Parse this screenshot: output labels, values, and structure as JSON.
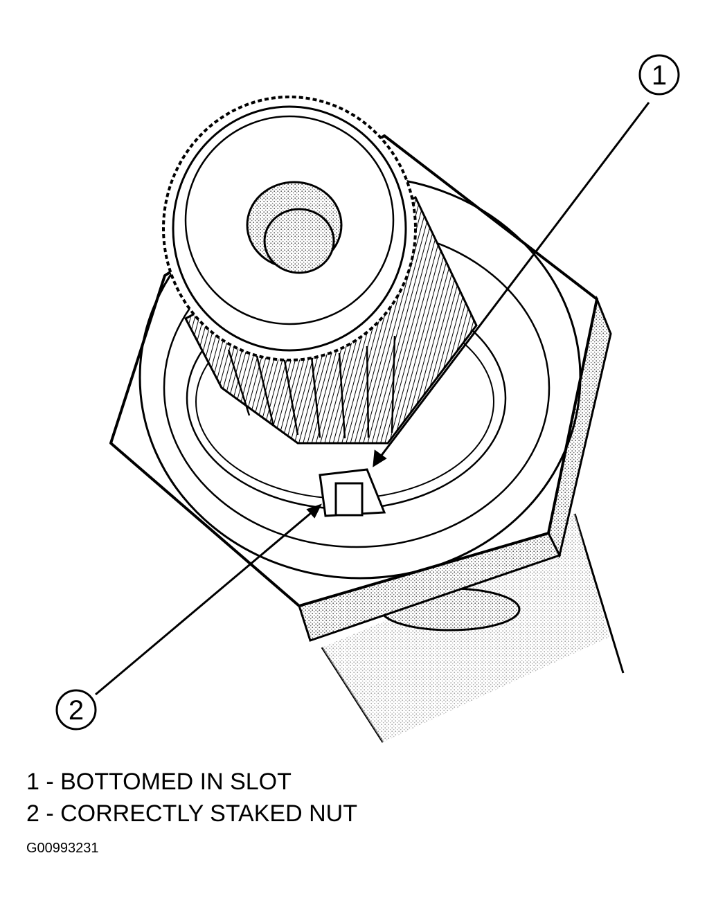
{
  "callouts": [
    {
      "number": "1",
      "text": "BOTTOMED IN SLOT"
    },
    {
      "number": "2",
      "text": "CORRECTLY STAKED NUT"
    }
  ],
  "legend": {
    "item1": "1 - BOTTOMED IN SLOT",
    "item2": "2 - CORRECTLY STAKED NUT"
  },
  "figure_id": "G00993231"
}
